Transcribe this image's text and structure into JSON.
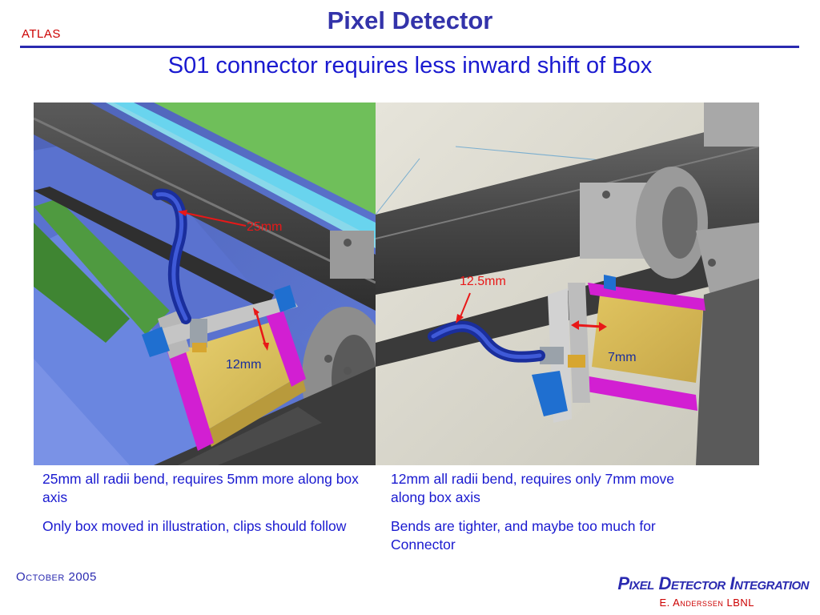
{
  "header": {
    "brand": "ATLAS",
    "title": "Pixel Detector",
    "subtitle": "S01 connector requires less inward shift of Box"
  },
  "left_image": {
    "labels": {
      "bend": "25mm",
      "shift": "12mm"
    }
  },
  "right_image": {
    "labels": {
      "bend": "12.5mm",
      "shift": "7mm"
    }
  },
  "captions": {
    "left": [
      "25mm all radii bend, requires 5mm more along box axis",
      "Only box moved in illustration, clips should follow"
    ],
    "right": [
      "12mm all radii bend, requires only 7mm move along box axis",
      "Bends are tighter, and maybe too much for Connector"
    ]
  },
  "footer": {
    "date": "October 2005",
    "logo": "Pixel Detector Integration",
    "author": "E. Anderssen LBNL"
  },
  "colors": {
    "title": "#3333aa",
    "text": "#1a1ad0",
    "accent_red": "#cc0000",
    "annotation_red": "#e81818"
  }
}
